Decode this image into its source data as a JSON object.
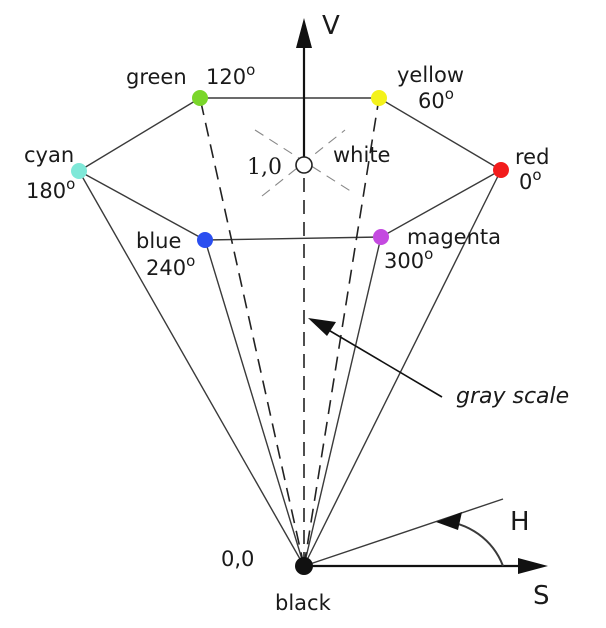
{
  "axes": {
    "v_label": "V",
    "s_label": "S",
    "h_label": "H"
  },
  "vertices": [
    {
      "key": "red",
      "name": "red",
      "angle": "0o",
      "color": "#f21c1c"
    },
    {
      "key": "yellow",
      "name": "yellow",
      "angle": "60o",
      "color": "#f4f21a"
    },
    {
      "key": "green",
      "name": "green",
      "angle": "120o",
      "color": "#7ad62a"
    },
    {
      "key": "cyan",
      "name": "cyan",
      "angle": "180o",
      "color": "#7fe8d8"
    },
    {
      "key": "blue",
      "name": "blue",
      "angle": "240o",
      "color": "#2a4ef0"
    },
    {
      "key": "magenta",
      "name": "magenta",
      "angle": "300o",
      "color": "#c44ae0"
    }
  ],
  "white": {
    "name": "white",
    "coord": "1,0"
  },
  "black": {
    "name": "black",
    "coord": "0,0"
  },
  "gray_scale": "gray scale"
}
